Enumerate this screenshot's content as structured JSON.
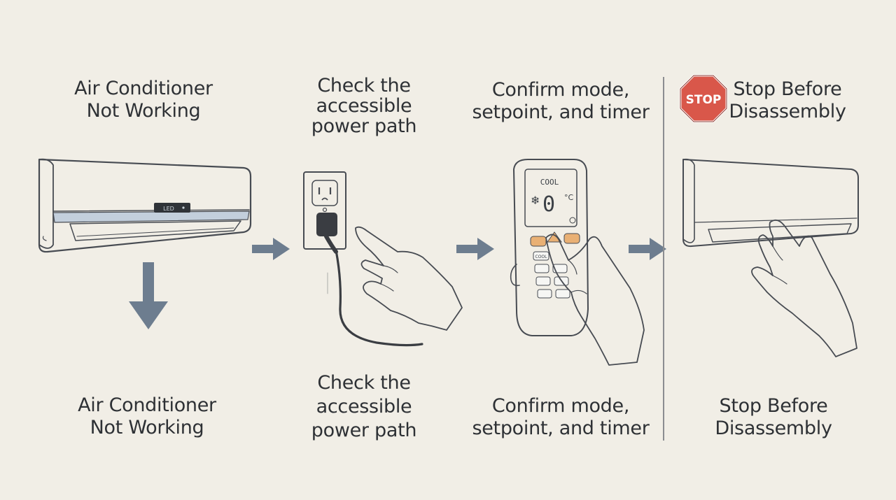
{
  "steps": [
    {
      "top_label": [
        "Air Conditioner",
        "Not Working"
      ],
      "bottom_label": [
        "Air Conditioner",
        "Not Working"
      ],
      "display_text": "LED"
    },
    {
      "top_label": [
        "Check the",
        "accessible",
        "power path"
      ],
      "bottom_label": [
        "Check the",
        "accessible",
        "power path"
      ]
    },
    {
      "top_label": [
        "Confirm mode,",
        "setpoint, and timer"
      ],
      "bottom_label": [
        "Confirm mode,",
        "setpoint, and timer"
      ],
      "remote_mode": "COOL",
      "remote_temp": "0",
      "remote_unit": "°C",
      "remote_button": "COOL"
    },
    {
      "top_label": [
        "Stop Before",
        "Disassembly"
      ],
      "bottom_label": [
        "Stop Before",
        "Disassembly"
      ],
      "stop_sign_text": "STOP"
    }
  ],
  "colors": {
    "background": "#f1eee6",
    "arrow": "#6d7d8f",
    "stop_sign": "#d9574a",
    "remote_button": "#e9b074",
    "lcd": "#c9d3d8"
  }
}
